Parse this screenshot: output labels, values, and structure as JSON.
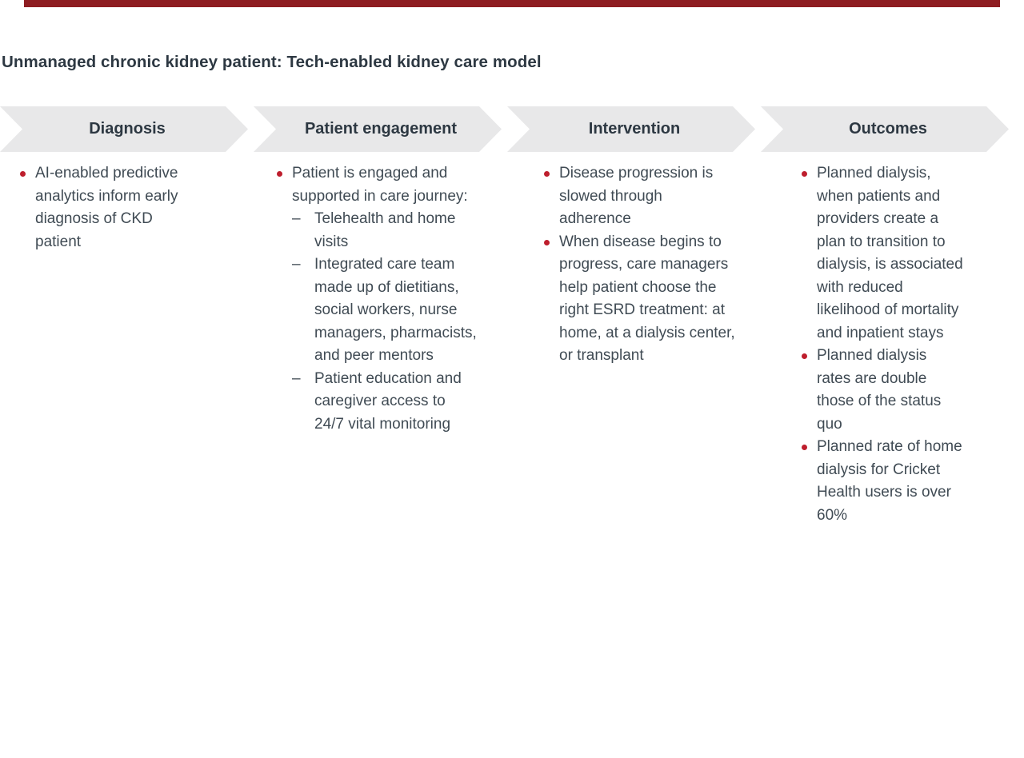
{
  "title": "Unmanaged chronic kidney patient: Tech-enabled kidney care model",
  "stages": [
    {
      "label": "Diagnosis"
    },
    {
      "label": "Patient engagement"
    },
    {
      "label": "Intervention"
    },
    {
      "label": "Outcomes"
    }
  ],
  "columns": [
    {
      "stage": "Diagnosis",
      "items": [
        {
          "marker": "bullet",
          "text": "AI-enabled predictive\nanalytics inform early\ndiagnosis of CKD\npatient"
        }
      ]
    },
    {
      "stage": "Patient engagement",
      "items": [
        {
          "marker": "bullet",
          "text": "Patient is engaged and\nsupported in care journey:"
        },
        {
          "marker": "dash",
          "text": "Telehealth and home\nvisits"
        },
        {
          "marker": "dash",
          "text": "Integrated care team\nmade up of dietitians,\nsocial workers, nurse\nmanagers, pharmacists,\nand peer mentors"
        },
        {
          "marker": "dash",
          "text": "Patient education and\ncaregiver access to\n24/7 vital monitoring"
        }
      ]
    },
    {
      "stage": "Intervention",
      "items": [
        {
          "marker": "bullet",
          "text": "Disease progression is\nslowed through\nadherence"
        },
        {
          "marker": "bullet",
          "text": "When disease begins to\nprogress, care managers\nhelp patient choose the\nright ESRD treatment: at\nhome, at a dialysis center,\nor transplant"
        }
      ]
    },
    {
      "stage": "Outcomes",
      "items": [
        {
          "marker": "bullet",
          "text": "Planned dialysis,\nwhen patients and\nproviders create a\nplan to transition to\ndialysis, is associated\nwith reduced\nlikelihood of mortality\nand inpatient stays"
        },
        {
          "marker": "bullet",
          "text": "Planned dialysis\nrates are double\nthose of the status\nquo"
        },
        {
          "marker": "bullet",
          "text": "Planned rate of home\ndialysis for Cricket\nHealth users is over\n60%"
        }
      ]
    }
  ],
  "glyphs": {
    "sub_bullet_dash": "–"
  },
  "colors": {
    "accent_bar": "#8e1d21",
    "bullet_red": "#be1e2d",
    "heading_text": "#2d3842",
    "body_text": "#404b54",
    "chevron_fill": "#e8e8e9",
    "background": "#ffffff"
  }
}
